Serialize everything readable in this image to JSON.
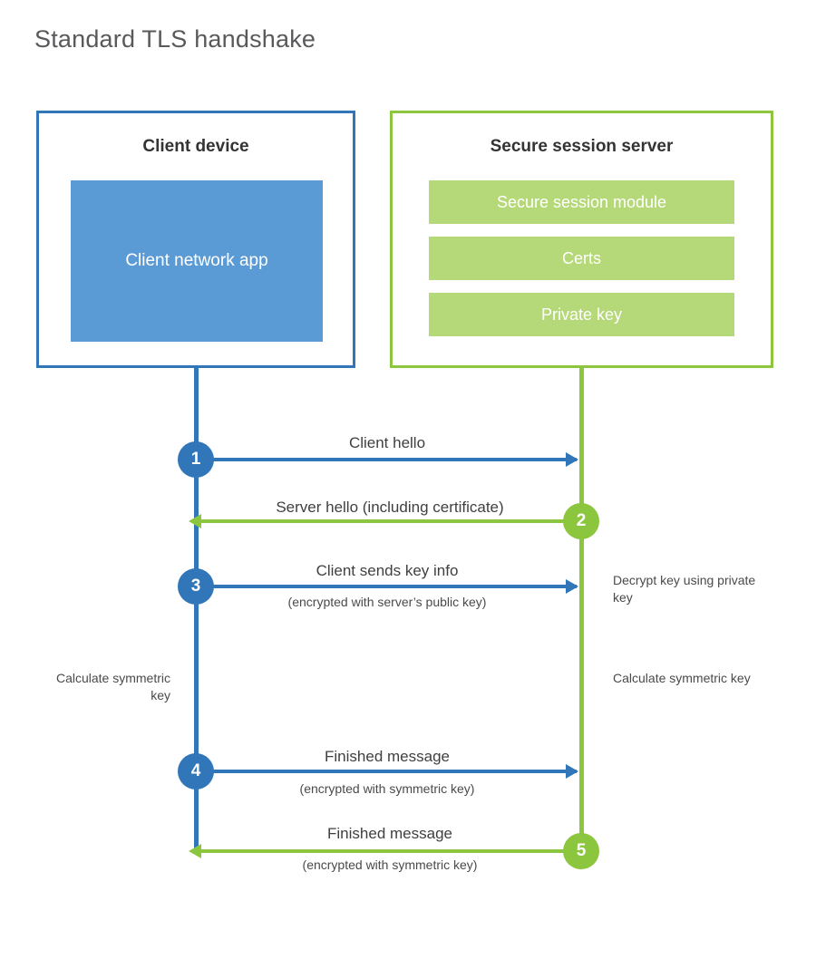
{
  "title": "Standard TLS handshake",
  "colors": {
    "client_blue": "#3176b8",
    "client_app_fill": "#5b9bd5",
    "server_green": "#8cc63e",
    "server_module_fill": "#b5d878",
    "title_gray": "#58595b",
    "background": "#ffffff"
  },
  "client": {
    "title": "Client device",
    "app_label": "Client network app"
  },
  "server": {
    "title": "Secure session server",
    "modules": [
      {
        "label": "Secure session module"
      },
      {
        "label": "Certs"
      },
      {
        "label": "Private key"
      }
    ]
  },
  "steps": [
    {
      "number": "1",
      "direction": "client-to-server",
      "label": "Client hello",
      "sublabel": ""
    },
    {
      "number": "2",
      "direction": "server-to-client",
      "label": "Server hello (including certificate)",
      "sublabel": ""
    },
    {
      "number": "3",
      "direction": "client-to-server",
      "label": "Client sends key info",
      "sublabel": "(encrypted with server’s public key)"
    },
    {
      "number": "4",
      "direction": "client-to-server",
      "label": "Finished message",
      "sublabel": "(encrypted with symmetric key)"
    },
    {
      "number": "5",
      "direction": "server-to-client",
      "label": "Finished message",
      "sublabel": "(encrypted with symmetric key)"
    }
  ],
  "annotations": {
    "decrypt_key": "Decrypt key using private key",
    "calculate_symmetric_key_client": "Calculate symmetric key",
    "calculate_symmetric_key_server": "Calculate symmetric key"
  }
}
